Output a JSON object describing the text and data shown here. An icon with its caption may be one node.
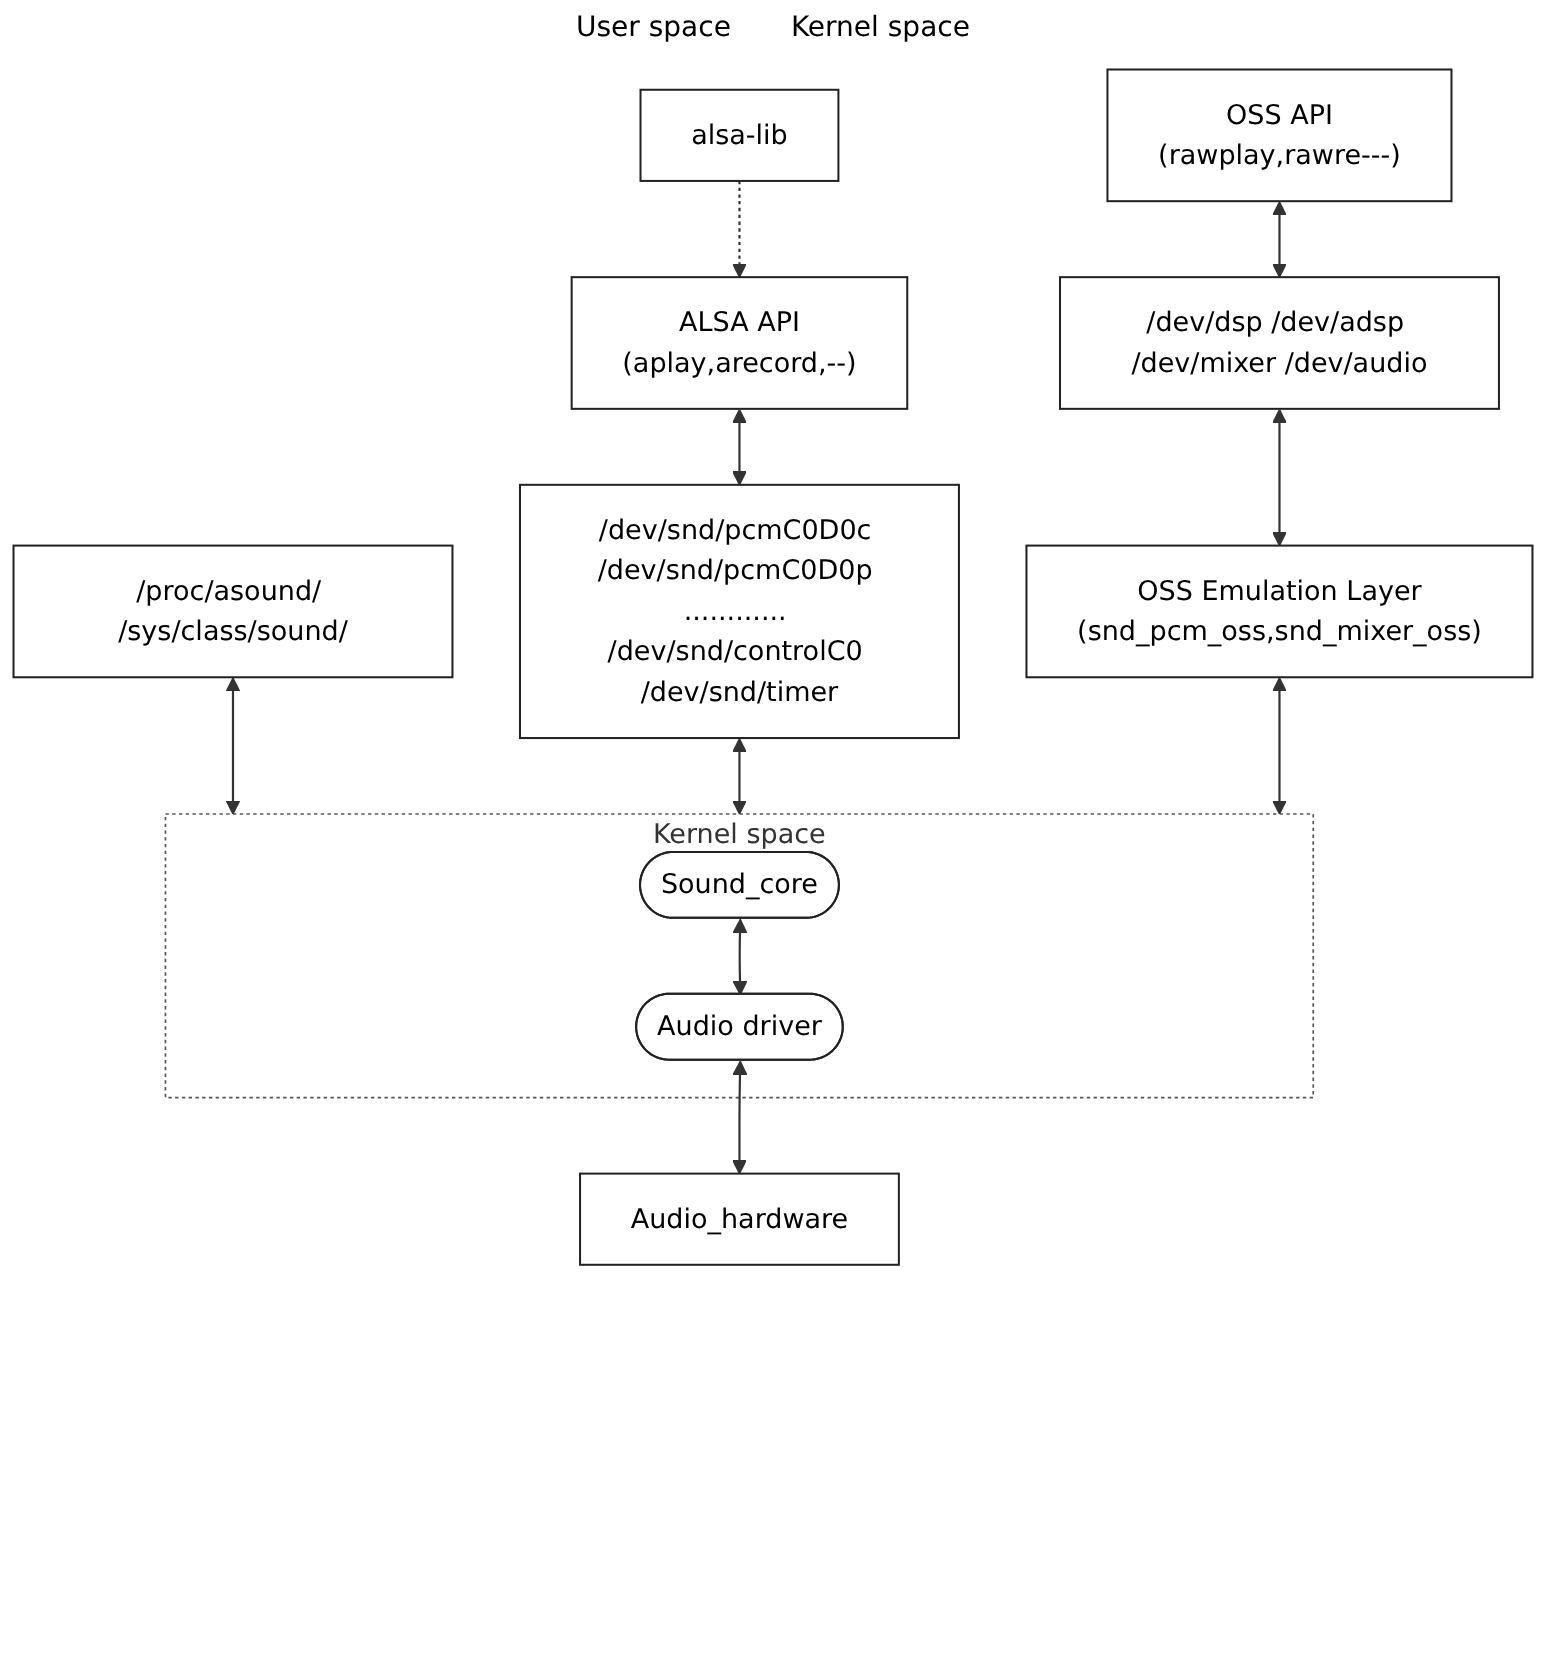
{
  "diagram": {
    "nodes": [
      {
        "text": [
          "alsa-lib"
        ]
      },
      {
        "text": [
          "ALSA API",
          "(aplay,arecord,--)"
        ]
      },
      {
        "text": [
          "/proc/asound/ /sys/class/sound/"
        ]
      },
      {
        "text": [
          "OSS API",
          "(rawplay,rawre---)"
        ]
      },
      {
        "text": [
          "/dev/snd/pcmC0D0c /dev/snd/pcmC0D0p ............ /dev/snd/controlC0 /dev/snd/timer"
        ]
      },
      {
        "text": [
          "/dev/dsp /dev/adsp /dev/mixer /dev/audio"
        ]
      },
      {
        "text": [
          "OSS Emulation Layer",
          "(snd_pcm_oss,snd_mixer_oss)"
        ]
      },
      {
        "text": [
          "Kernel space"
        ]
      },
      {
        "text": [
          "Sound_core"
        ],
        "in": 7
      },
      {
        "text": [
          "Audio driver"
        ],
        "in": 7
      },
      {
        "text": [
          "Audio_hardware"
        ]
      }
    ],
    "edges": [
      {
        "from": 0,
        "to": 1,
        "arrow": "to",
        "style": "dashed"
      },
      {
        "from": 1,
        "to": 4,
        "arrow": "both"
      },
      {
        "from": 2,
        "to": 7,
        "arrow": "both"
      },
      {
        "from": 3,
        "to": 5,
        "arrow": "both"
      },
      {
        "from": 4,
        "to": 7,
        "arrow": "both"
      },
      {
        "from": 5,
        "to": 6,
        "arrow": "both"
      },
      {
        "from": 6,
        "to": 7,
        "arrow": "both"
      },
      {
        "from": 8,
        "to": 9,
        "arrow": "both"
      },
      {
        "from": 9,
        "to": 10,
        "arrow": "both"
      }
    ],
    "labels": [
      "User space",
      "Kernel space"
    ]
  }
}
